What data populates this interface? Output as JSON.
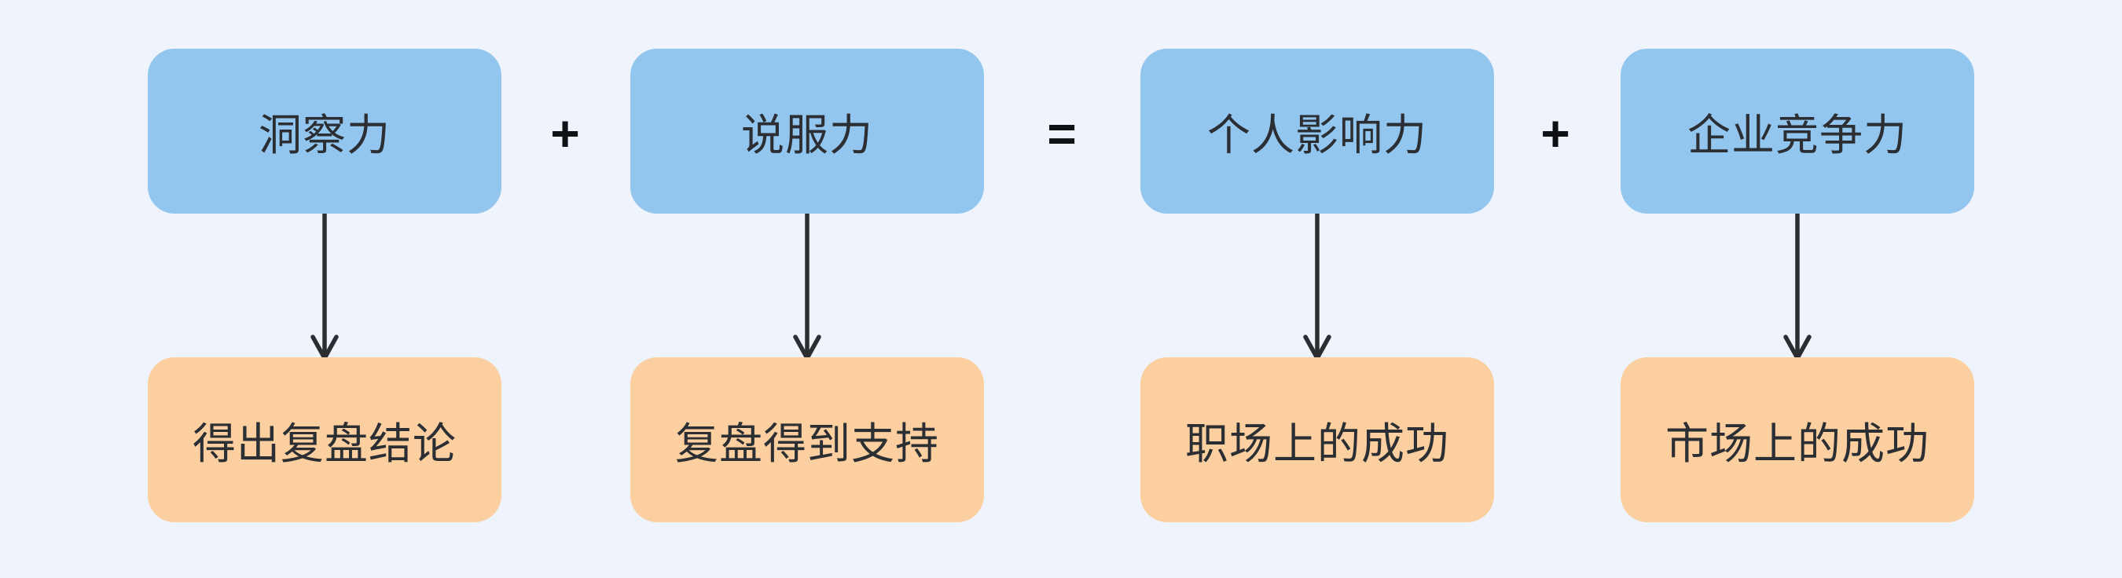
{
  "diagram": {
    "background_color": "#EFF4FC",
    "top_node_color": "#93C6EE",
    "bottom_node_color": "#FBCF9F",
    "text_color": "#2B2E33",
    "arrow_color": "#2B2D30",
    "columns": [
      {
        "top_label": "洞察力",
        "bottom_label": "得出复盘结论"
      },
      {
        "top_label": "说服力",
        "bottom_label": "复盘得到支持"
      },
      {
        "top_label": "个人影响力",
        "bottom_label": "职场上的成功"
      },
      {
        "top_label": "企业竞争力",
        "bottom_label": "市场上的成功"
      }
    ],
    "operators": [
      {
        "symbol": "+"
      },
      {
        "symbol": "="
      },
      {
        "symbol": "+"
      }
    ]
  }
}
